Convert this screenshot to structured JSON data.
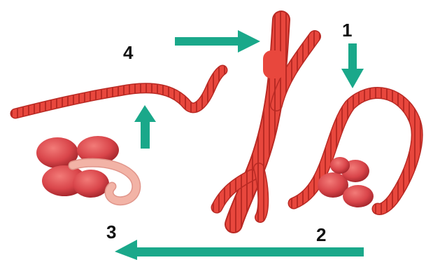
{
  "diagram": {
    "stage_labels": [
      "1",
      "2",
      "3",
      "4"
    ],
    "colors": {
      "arrow": "#1aa88a",
      "worm": "#e8473d",
      "worm_dark": "#b92a24",
      "cocoon": "#d9454a",
      "hatchling": "#f2b3a6"
    }
  }
}
